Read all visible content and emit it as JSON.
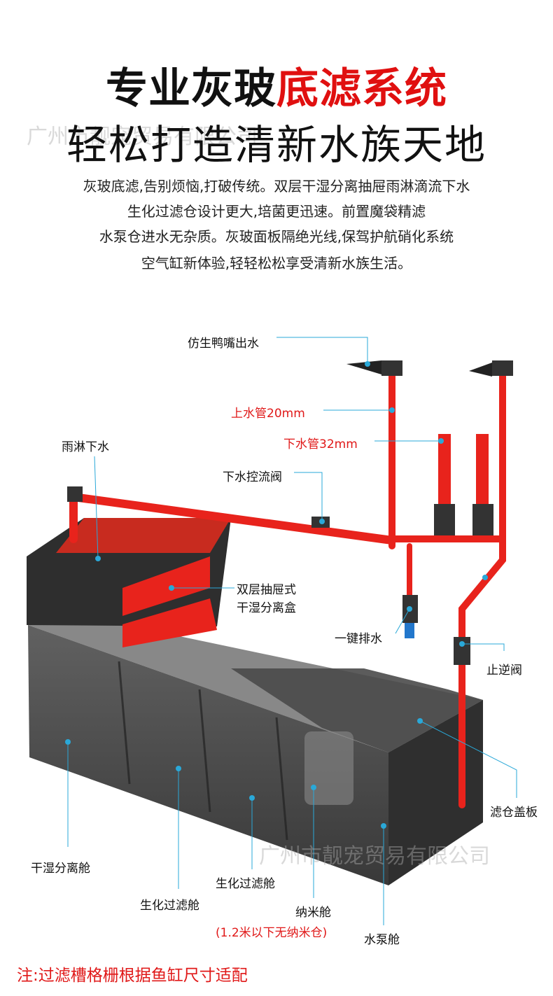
{
  "header": {
    "title_black": "专业灰玻",
    "title_red": "底滤系统",
    "subtitle": "轻松打造清新水族天地"
  },
  "watermark": "广州市靓宠贸易有限公司",
  "description": [
    "灰玻底滤,告别烦恼,打破传统。双层干湿分离抽屉雨淋滴流下水",
    "生化过滤仓设计更大,培菌更迅速。前置魔袋精滤",
    "水泵仓进水无杂质。灰玻面板隔绝光线,保驾护航硝化系统",
    "空气缸新体验,轻轻松松享受清新水族生活。"
  ],
  "labels": {
    "duckbill": "仿生鸭嘴出水",
    "inlet_pipe": "上水管20mm",
    "outlet_pipe": "下水管32mm",
    "rain_drain": "雨淋下水",
    "flow_valve": "下水控流阀",
    "drawer_line1": "双层抽屉式",
    "drawer_line2": "干湿分离盒",
    "drain": "一键排水",
    "check_valve": "止逆阀",
    "cover": "滤仓盖板",
    "dry_wet": "干湿分离舱",
    "bio1": "生化过滤舱",
    "bio2": "生化过滤舱",
    "nano": "纳米舱",
    "nano_note": "(1.2米以下无纳米仓)",
    "pump": "水泵舱"
  },
  "note": "注:过滤槽格栅根据鱼缸尺寸适配",
  "colors": {
    "accent_red": "#e01010",
    "pipe_red": "#e8231c",
    "leader_blue": "#2aa8d8",
    "tank_gray": "#3a3a3a"
  }
}
